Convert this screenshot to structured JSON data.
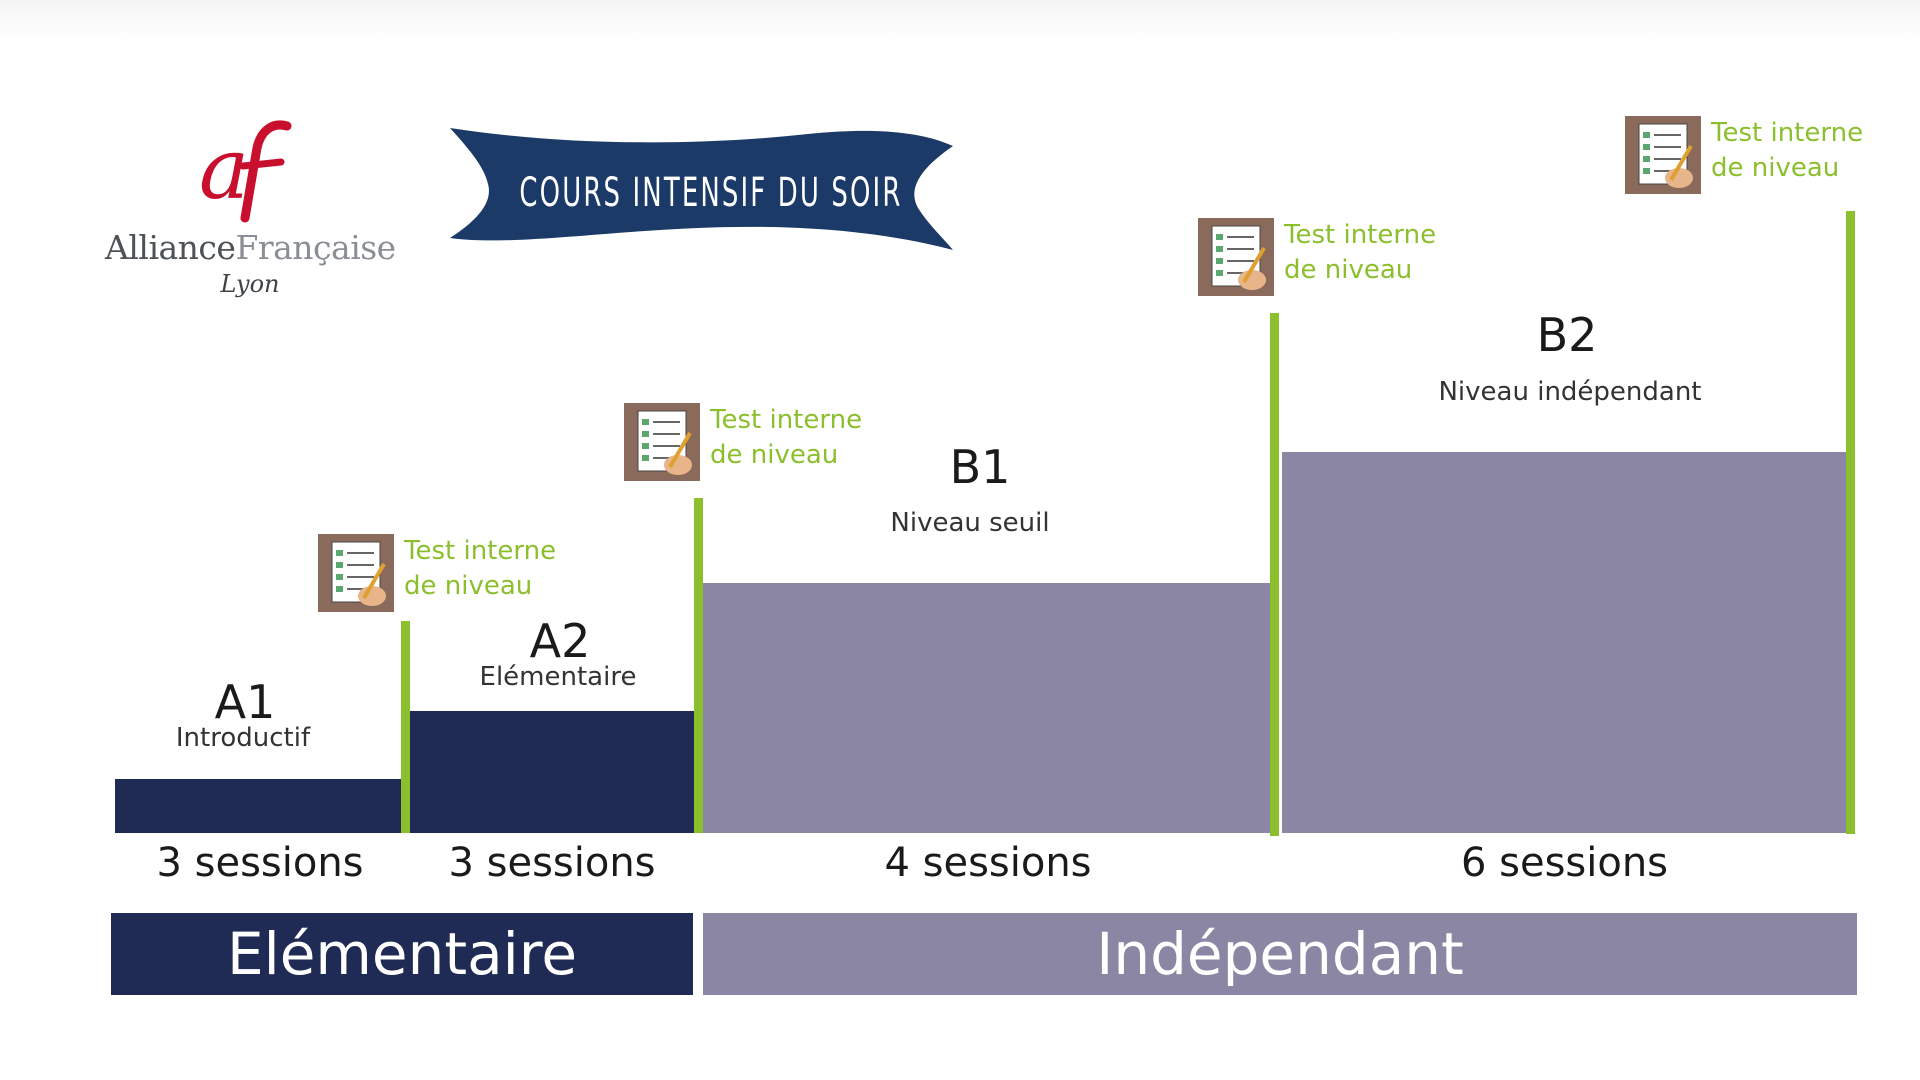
{
  "logo": {
    "name_part1": "Alliance",
    "name_part2": "Française",
    "city": "Lyon",
    "mark_color": "#c8102e"
  },
  "banner": {
    "title": "COURS INTENSIF DU SOIR",
    "color": "#1b3a67"
  },
  "colors": {
    "elementary": "#1f2a55",
    "independent": "#8a86a3",
    "test_marker": "#8cbf2e"
  },
  "levels": [
    {
      "code": "A1",
      "description": "Introductif",
      "sessions": "3 sessions"
    },
    {
      "code": "A2",
      "description": "Elémentaire",
      "sessions": "3 sessions"
    },
    {
      "code": "B1",
      "description": "Niveau seuil",
      "sessions": "4 sessions"
    },
    {
      "code": "B2",
      "description": "Niveau indépendant",
      "sessions": "6 sessions"
    }
  ],
  "tests": [
    {
      "line1": "Test interne",
      "line2": "de niveau",
      "icon": "checklist-icon"
    },
    {
      "line1": "Test interne",
      "line2": "de niveau",
      "icon": "checklist-icon"
    },
    {
      "line1": "Test interne",
      "line2": "de niveau",
      "icon": "checklist-icon"
    },
    {
      "line1": "Test interne",
      "line2": "de niveau",
      "icon": "checklist-icon"
    }
  ],
  "groups": [
    {
      "label": "Elémentaire"
    },
    {
      "label": "Indépendant"
    }
  ]
}
